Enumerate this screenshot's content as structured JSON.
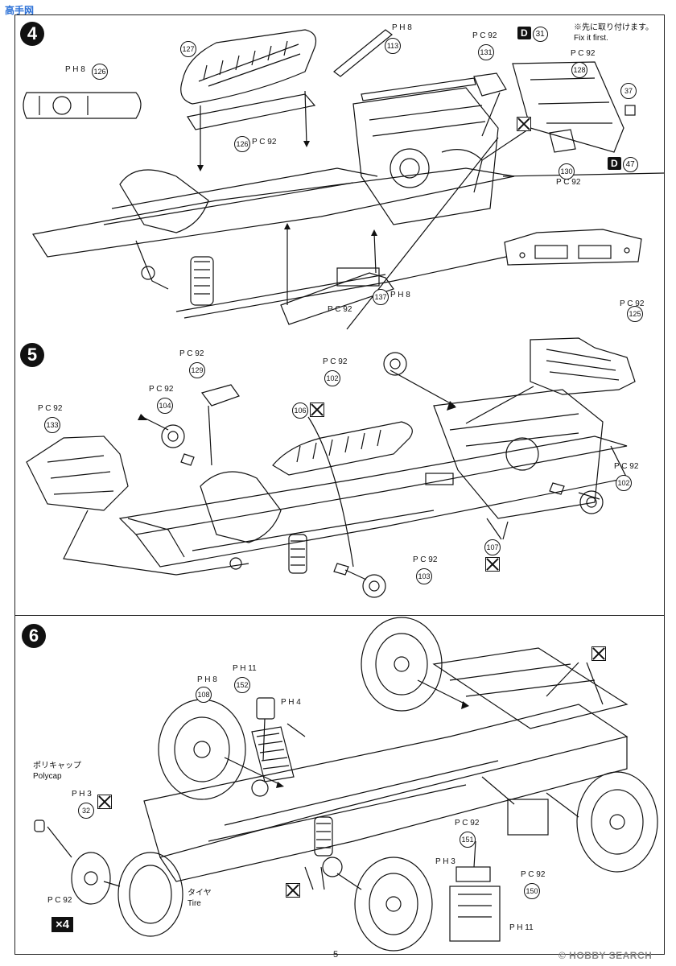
{
  "watermark_top": "高手网",
  "watermark_bottom": "© HOBBY SEARCH",
  "page_number": "5",
  "steps": [
    {
      "number": "4"
    },
    {
      "number": "5"
    },
    {
      "number": "6"
    }
  ],
  "note": {
    "jp": "※先に取り付けます。",
    "en": "Fix it first."
  },
  "step4": {
    "parts": [
      "126",
      "127",
      "113",
      "131",
      "128",
      "37",
      "130",
      "137"
    ],
    "d_refs": [
      {
        "letter": "D",
        "num": "31"
      },
      {
        "letter": "D",
        "num": "47"
      }
    ],
    "color_labels": [
      "P C 92",
      "P C 92",
      "P C 92",
      "P C 92",
      "P C 92"
    ],
    "hardware_labels": [
      "P H 8",
      "P H 8",
      "P H 8"
    ]
  },
  "step5": {
    "parts": [
      "129",
      "104",
      "133",
      "106",
      "102",
      "125",
      "107",
      "103",
      "102"
    ],
    "color_labels": [
      "P C 92",
      "P C 92",
      "P C 92",
      "P C 92",
      "P C 92",
      "P C 92",
      "P C 92"
    ]
  },
  "step6": {
    "parts": [
      "108",
      "152",
      "32",
      "151",
      "150"
    ],
    "polycap": {
      "jp": "ポリキャップ",
      "en": "Polycap"
    },
    "tire": {
      "jp": "タイヤ",
      "en": "Tire"
    },
    "multiplier": "×4",
    "hardware_labels": [
      "P H 8",
      "P H 11",
      "P H 4",
      "P H 3",
      "P H 3",
      "P H 11"
    ],
    "color_labels": [
      "P C 92",
      "P C 92",
      "P C 92"
    ]
  }
}
